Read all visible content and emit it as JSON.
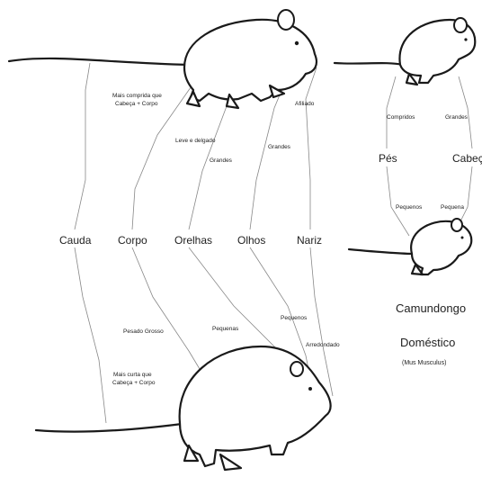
{
  "center_labels": {
    "cauda": "Cauda",
    "corpo": "Corpo",
    "orelhas": "Orelhas",
    "olhos": "Olhos",
    "nariz": "Nariz"
  },
  "top_annotations": {
    "cauda": "Mais comprida que",
    "cauda_line2": "Cabeça + Corpo",
    "corpo": "Leve e delgado",
    "orelhas": "Grandes",
    "olhos": "Grandes",
    "nariz": "Afiliado"
  },
  "bottom_annotations": {
    "cauda": "Mais curta que",
    "cauda_line2": "Cabeça + Corpo",
    "corpo": "Pesado Grosso",
    "orelhas": "Pequenas",
    "olhos": "Pequenos",
    "nariz": "Arredondado"
  },
  "mouse_comparison": {
    "pes": "Pés",
    "cabeca": "Cabeça",
    "top_left": "Compridos",
    "top_right": "Grandes",
    "bottom_left": "Pequenos",
    "bottom_right": "Pequena"
  },
  "title": {
    "line1": "Camundongo",
    "line2": "Doméstico",
    "line3": "(Mus Musculus)"
  }
}
